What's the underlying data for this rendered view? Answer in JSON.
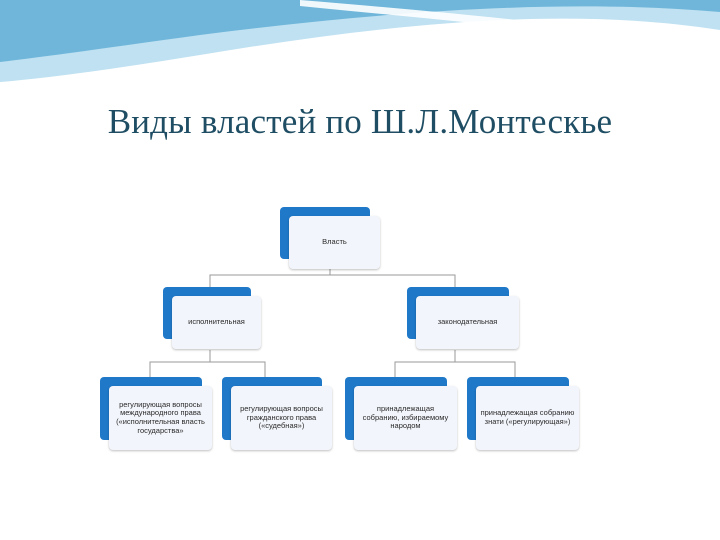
{
  "title": "Виды властей по Ш.Л.Монтескье",
  "colors": {
    "node_back": "#1f78c8",
    "node_front": "#f2f5fb",
    "wave_dark": "#6fb6da",
    "wave_light": "#bfe1f1",
    "title": "#1f4e64",
    "connector": "#9a9a9a"
  },
  "diagram": {
    "root": "Власть",
    "level1": [
      "исполнительная",
      "законодательная"
    ],
    "level2": [
      "регулирующая вопросы международного права («исполнительная власть государства»",
      "регулирующая вопросы гражданского права («судебная»)",
      "принадлежащая собранию, избираемому народом",
      "принадлежащая собранию знати («регулирующая»)"
    ]
  }
}
